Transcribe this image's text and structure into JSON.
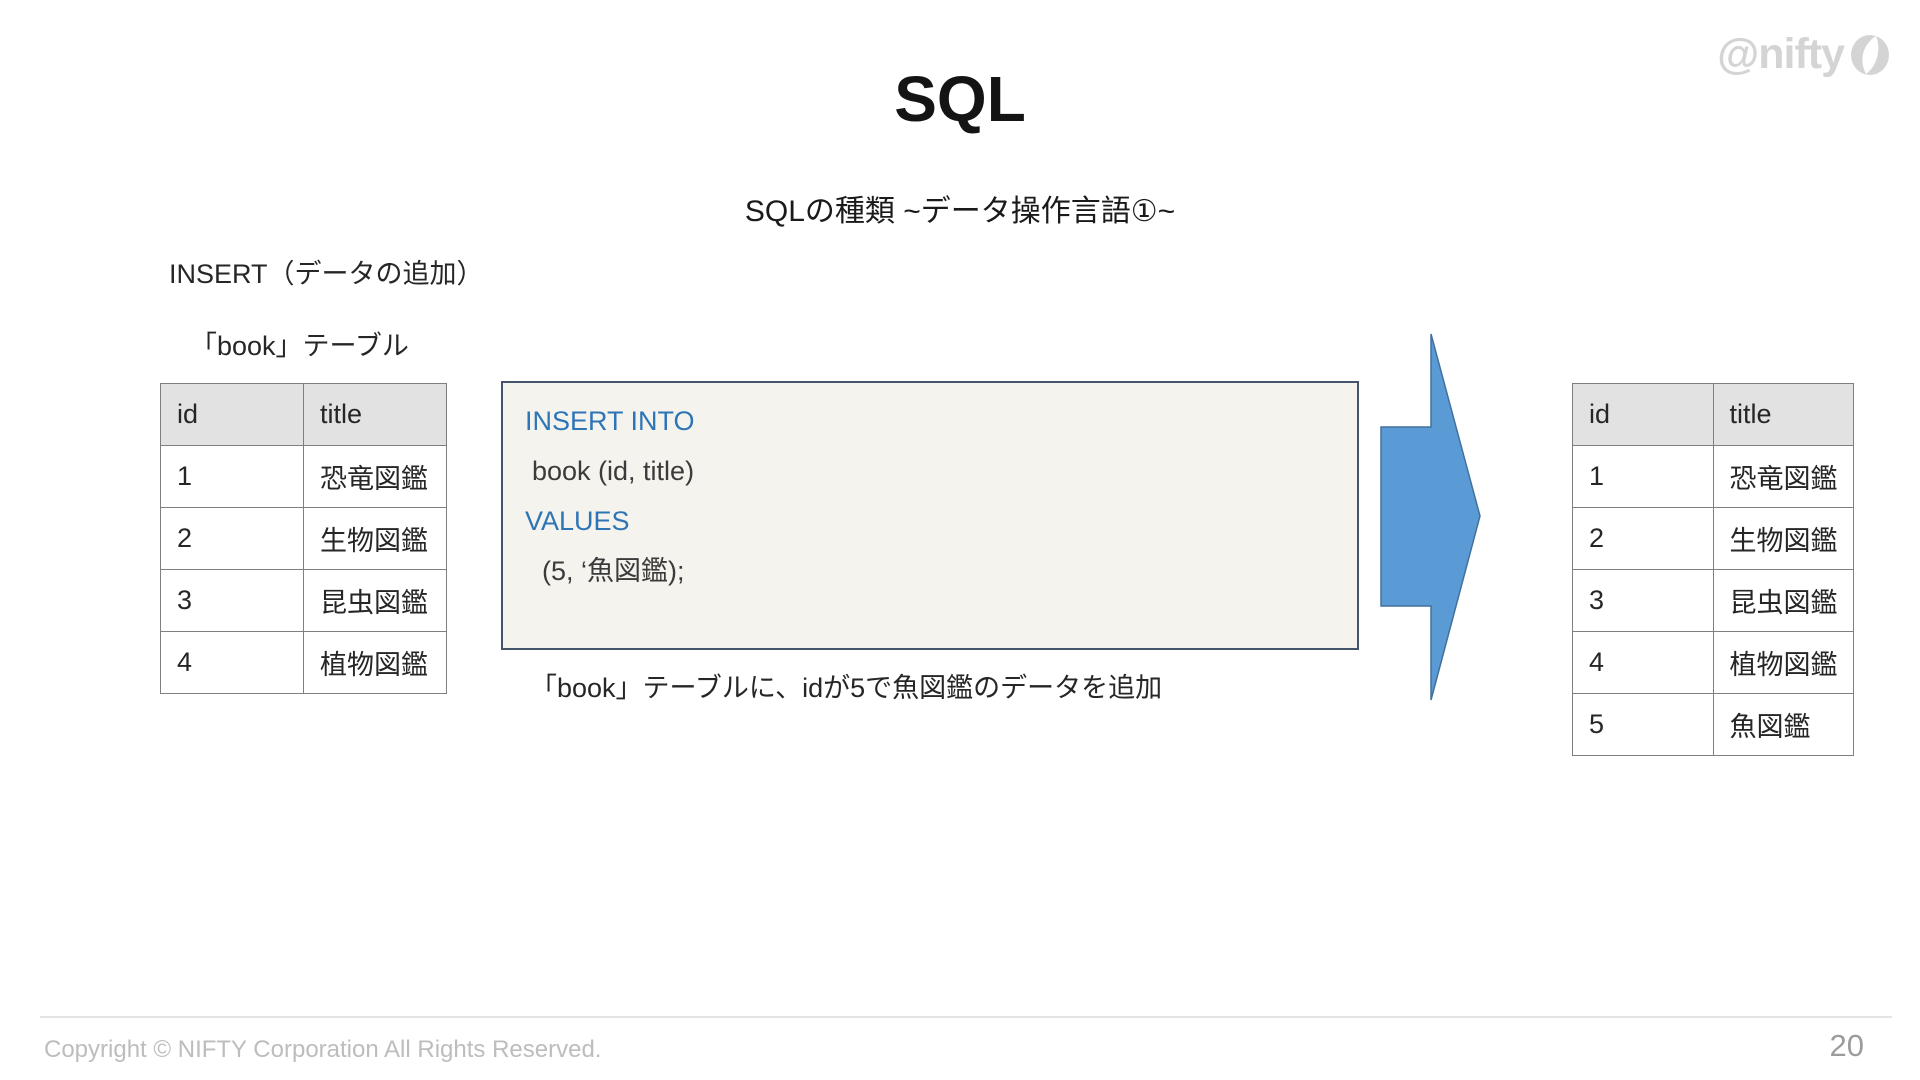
{
  "slide": {
    "title": "SQL",
    "subtitle": "SQLの種類 ~データ操作言語①~",
    "section_label": "INSERT（データの追加）",
    "before_table_label": "「book」テーブル",
    "caption": "「book」テーブルに、idが5で魚図鑑のデータを追加"
  },
  "logo": {
    "text": "@nifty",
    "icon": "nifty-sphere-icon"
  },
  "tables": {
    "headers": [
      "id",
      "title"
    ],
    "before": {
      "rows": [
        [
          "1",
          "恐竜図鑑"
        ],
        [
          "2",
          "生物図鑑"
        ],
        [
          "3",
          "昆虫図鑑"
        ],
        [
          "4",
          "植物図鑑"
        ]
      ]
    },
    "after": {
      "rows": [
        [
          "1",
          "恐竜図鑑"
        ],
        [
          "2",
          "生物図鑑"
        ],
        [
          "3",
          "昆虫図鑑"
        ],
        [
          "4",
          "植物図鑑"
        ],
        [
          "5",
          "魚図鑑"
        ]
      ]
    }
  },
  "code": {
    "lines": [
      {
        "text": "INSERT INTO",
        "type": "keyword"
      },
      {
        "text": "book (id, title)",
        "type": "plain"
      },
      {
        "text": "VALUES",
        "type": "keyword"
      },
      {
        "text": "(5, ‘魚図鑑);",
        "type": "plain"
      }
    ]
  },
  "footer": {
    "copyright": "Copyright © NIFTY Corporation All Rights Reserved.",
    "page_number": "20"
  },
  "colors": {
    "keyword_blue": "#2E75B6",
    "code_text": "#3B3B3B",
    "arrow_fill": "#5B9BD5",
    "arrow_stroke": "#41719C",
    "code_box_bg": "#F5F3EE",
    "code_box_border": "#44546A",
    "table_border": "#7F7F7F",
    "table_header_bg": "#E3E2E2",
    "footer_gray": "#BDBDBD",
    "page_gray": "#9C9C9C",
    "logo_gray": "#D4D4D4"
  }
}
